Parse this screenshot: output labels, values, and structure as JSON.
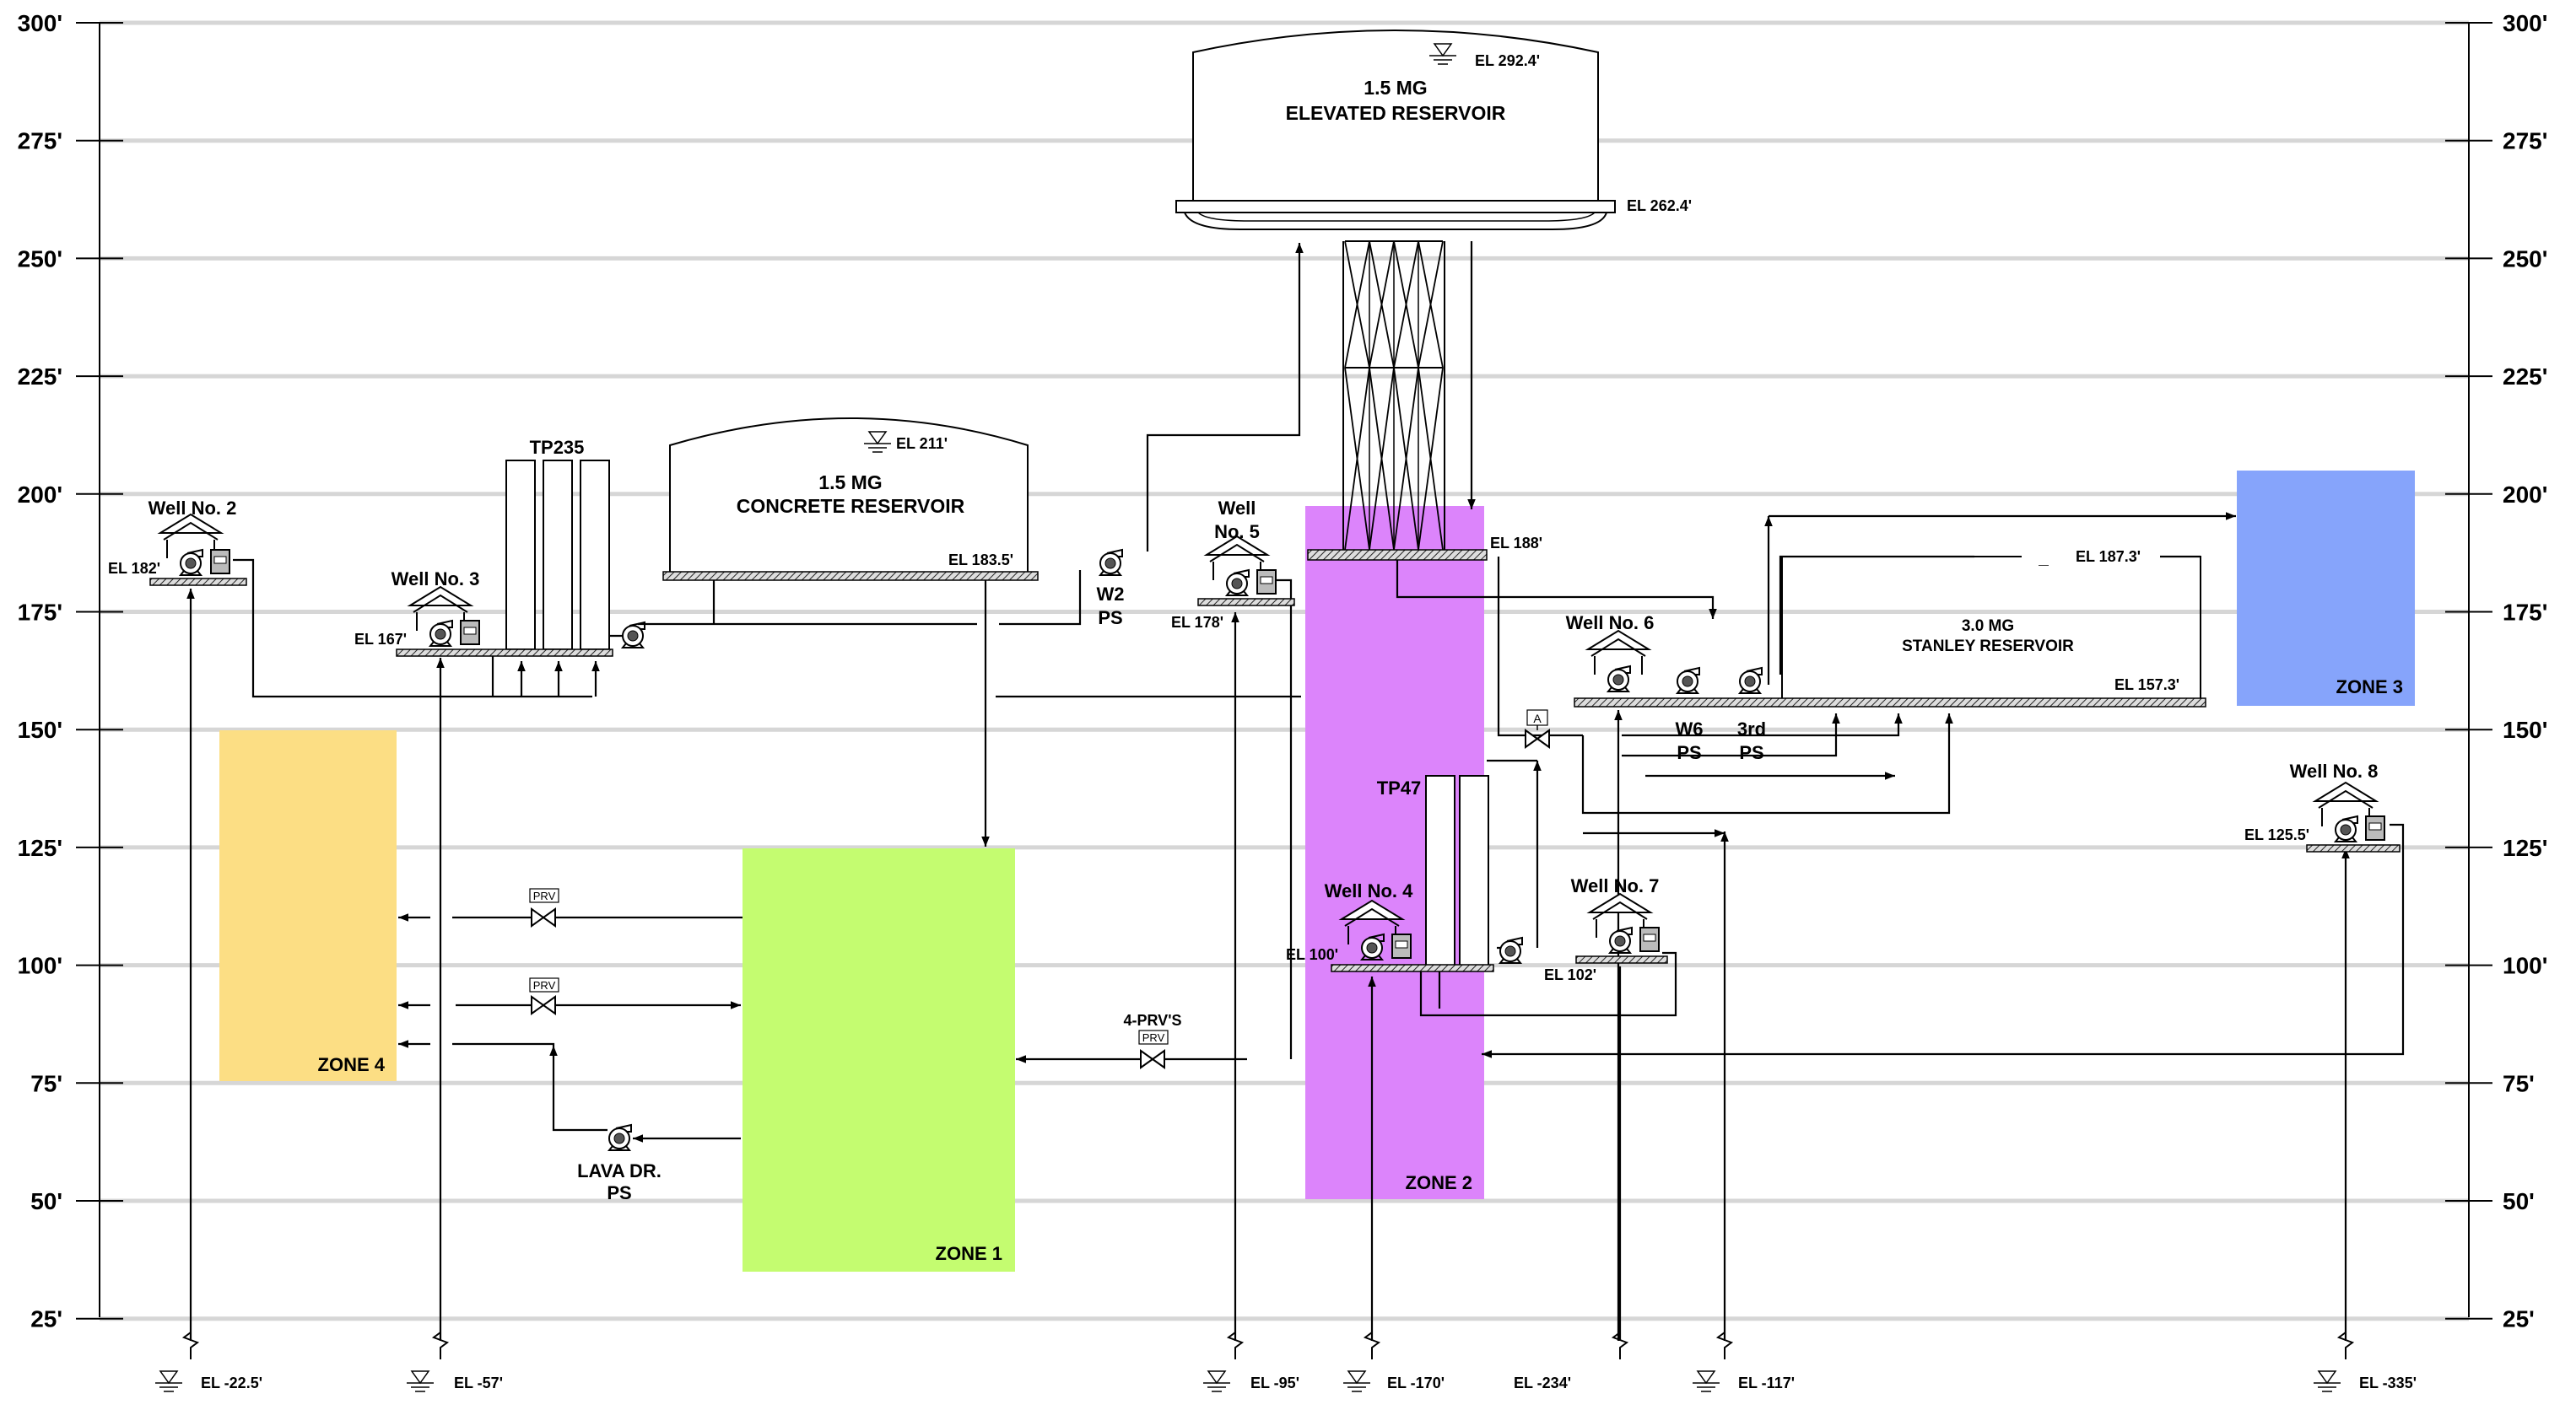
{
  "axis": {
    "ticks_left": [
      "300'",
      "275'",
      "250'",
      "225'",
      "200'",
      "175'",
      "150'",
      "125'",
      "100'",
      "75'",
      "50'",
      "25'"
    ],
    "ticks_right": [
      "300'",
      "275'",
      "250'",
      "225'",
      "200'",
      "175'",
      "150'",
      "125'",
      "100'",
      "75'",
      "50'",
      "25'"
    ]
  },
  "zones": {
    "zone1": "ZONE 1",
    "zone2": "ZONE 2",
    "zone3": "ZONE 3",
    "zone4": "ZONE 4",
    "colors": {
      "zone1": "#c4fc70",
      "zone2": "#dc84fb",
      "zone3": "#86a4fb",
      "zone4": "#fcde84"
    }
  },
  "wells": {
    "w2": {
      "name": "Well No. 2",
      "el": "EL 182'",
      "bottom": "EL -22.5'"
    },
    "w3": {
      "name": "Well No. 3",
      "el": "EL 167'",
      "bottom": "EL -57'"
    },
    "w4": {
      "name": "Well No. 4",
      "el": "EL 100'",
      "bottom": "EL -170'"
    },
    "w5": {
      "name_1": "Well",
      "name_2": "No. 5",
      "el": "EL 178'",
      "bottom": "EL -95'"
    },
    "w6": {
      "name": "Well No. 6",
      "bottom": "EL -117'"
    },
    "w7": {
      "name": "Well No. 7",
      "el": "EL 102'",
      "bottom": "EL -234'"
    },
    "w8": {
      "name": "Well No. 8",
      "el": "EL 125.5'",
      "bottom": "EL -335'"
    }
  },
  "tanks": {
    "tp235": "TP235",
    "tp47": "TP47",
    "elevated": {
      "line1": "1.5 MG",
      "line2": "ELEVATED RESERVOIR",
      "water": "EL 292.4'",
      "base": "EL 262.4'",
      "leg": "EL 188'"
    },
    "concrete": {
      "line1": "1.5 MG",
      "line2": "CONCRETE RESERVOIR",
      "water": "EL 211'",
      "base": "EL 183.5'"
    },
    "stanley": {
      "line1": "3.0 MG",
      "line2": "STANLEY RESERVOIR",
      "water": "EL 187.3'",
      "base": "EL 157.3'"
    }
  },
  "pumps": {
    "w2ps_1": "W2",
    "w2ps_2": "PS",
    "w6ps_1": "W6",
    "w6ps_2": "PS",
    "third_1": "3rd",
    "third_2": "PS",
    "lava_1": "LAVA DR.",
    "lava_2": "PS"
  },
  "valves": {
    "prv": "PRV",
    "four_prv": "4-PRV'S",
    "altitude": "A"
  }
}
